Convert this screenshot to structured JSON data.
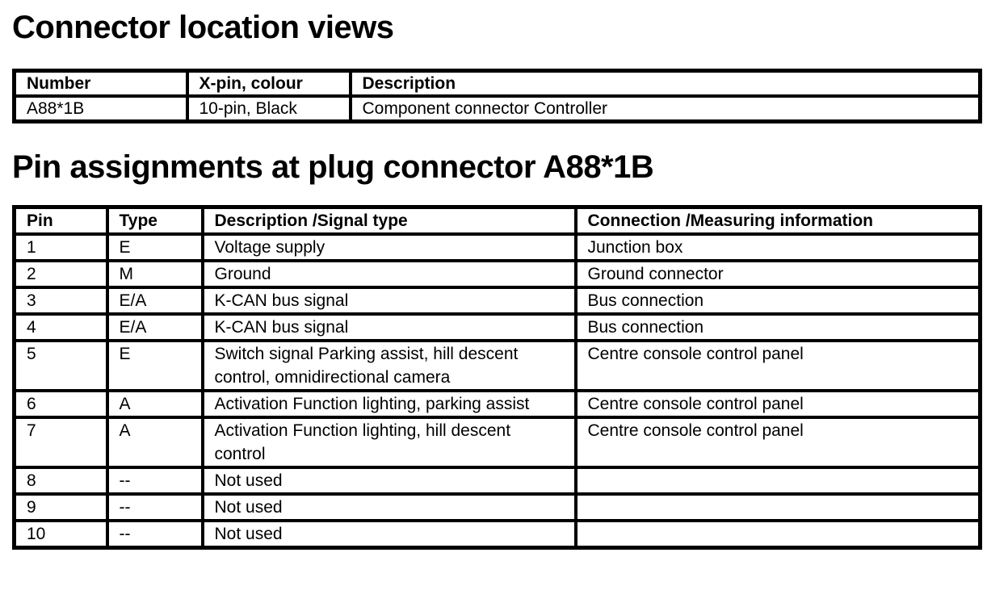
{
  "sections": {
    "connector_title": "Connector location views",
    "pin_title": "Pin assignments at plug connector A88*1B"
  },
  "colors": {
    "text": "#000000",
    "background": "#ffffff",
    "border": "#000000"
  },
  "connector_table": {
    "headers": [
      "Number",
      "X-pin, colour",
      "Description"
    ],
    "rows": [
      [
        "A88*1B",
        "10-pin, Black",
        "Component connector Controller"
      ]
    ]
  },
  "pin_table": {
    "headers": [
      "Pin",
      "Type",
      "Description /Signal type",
      "Connection /Measuring information"
    ],
    "rows": [
      [
        "1",
        "E",
        "Voltage supply",
        "Junction box"
      ],
      [
        "2",
        "M",
        "Ground",
        "Ground connector"
      ],
      [
        "3",
        "E/A",
        "K-CAN bus signal",
        "Bus connection"
      ],
      [
        "4",
        "E/A",
        "K-CAN bus signal",
        "Bus connection"
      ],
      [
        "5",
        "E",
        "Switch signal Parking assist, hill descent control, omnidirectional camera",
        "Centre console control panel"
      ],
      [
        "6",
        "A",
        "Activation Function lighting, parking assist",
        "Centre console control panel"
      ],
      [
        "7",
        "A",
        "Activation Function lighting, hill descent control",
        "Centre console control panel"
      ],
      [
        "8",
        "--",
        "Not used",
        ""
      ],
      [
        "9",
        "--",
        "Not used",
        ""
      ],
      [
        "10",
        "--",
        "Not used",
        ""
      ]
    ]
  }
}
